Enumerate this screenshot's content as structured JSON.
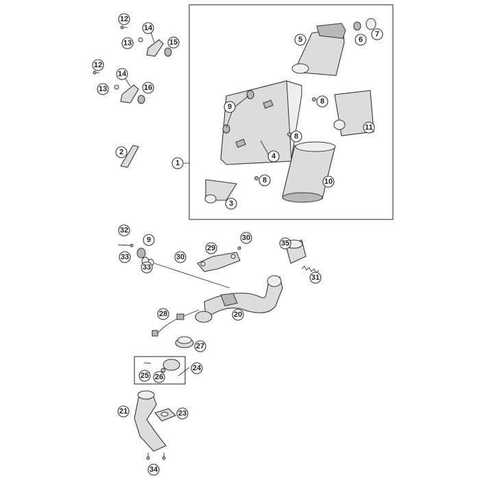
{
  "diagram": {
    "callouts": [
      {
        "id": "12a",
        "text": "12"
      },
      {
        "id": "14a",
        "text": "14"
      },
      {
        "id": "13a",
        "text": "13"
      },
      {
        "id": "15",
        "text": "15"
      },
      {
        "id": "12b",
        "text": "12"
      },
      {
        "id": "14b",
        "text": "14"
      },
      {
        "id": "13b",
        "text": "13"
      },
      {
        "id": "16",
        "text": "16"
      },
      {
        "id": "2",
        "text": "2"
      },
      {
        "id": "1",
        "text": "1"
      },
      {
        "id": "5",
        "text": "5"
      },
      {
        "id": "6",
        "text": "6"
      },
      {
        "id": "7",
        "text": "7"
      },
      {
        "id": "9top",
        "text": "9"
      },
      {
        "id": "8a",
        "text": "8"
      },
      {
        "id": "11",
        "text": "11"
      },
      {
        "id": "8b",
        "text": "8"
      },
      {
        "id": "4",
        "text": "4"
      },
      {
        "id": "8c",
        "text": "8"
      },
      {
        "id": "10",
        "text": "10"
      },
      {
        "id": "3",
        "text": "3"
      },
      {
        "id": "32",
        "text": "32"
      },
      {
        "id": "9b",
        "text": "9"
      },
      {
        "id": "33a",
        "text": "33"
      },
      {
        "id": "33b",
        "text": "33"
      },
      {
        "id": "29",
        "text": "29"
      },
      {
        "id": "30a",
        "text": "30"
      },
      {
        "id": "30b",
        "text": "30"
      },
      {
        "id": "35",
        "text": "35"
      },
      {
        "id": "31",
        "text": "31"
      },
      {
        "id": "28",
        "text": "28"
      },
      {
        "id": "20",
        "text": "20"
      },
      {
        "id": "27",
        "text": "27"
      },
      {
        "id": "24",
        "text": "24"
      },
      {
        "id": "25",
        "text": "25"
      },
      {
        "id": "26",
        "text": "26"
      },
      {
        "id": "21",
        "text": "21"
      },
      {
        "id": "23",
        "text": "23"
      },
      {
        "id": "34",
        "text": "34"
      }
    ]
  }
}
